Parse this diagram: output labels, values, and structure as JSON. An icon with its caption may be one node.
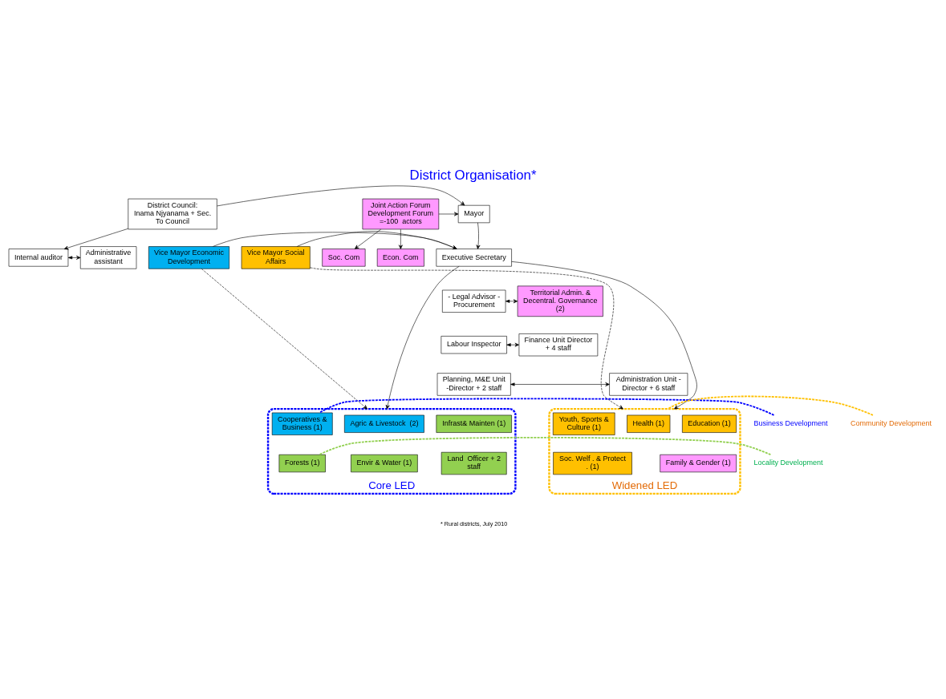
{
  "diagram": {
    "title": "District Organisation*",
    "caption": "* Rural districts, July 2010",
    "nodes": [
      {
        "text": [
          "District Council: Inama Njyanama + Sec. To Council"
        ]
      },
      {
        "text": [
          "Mayor"
        ]
      },
      {
        "text": [
          "Joint Action Forum Development Forum =-100  actors"
        ]
      },
      {
        "text": [
          "Internal auditor"
        ]
      },
      {
        "text": [
          "Administrative assistant"
        ]
      },
      {
        "text": [
          "Soc. Com"
        ]
      },
      {
        "text": [
          "Econ. Com"
        ]
      },
      {
        "text": [
          "Vice Mayor Economic Development"
        ]
      },
      {
        "text": [
          "Executive Secretary"
        ]
      },
      {
        "text": [
          "Vice Mayor Social Affairs"
        ]
      },
      {
        "text": [
          "- Legal Advisor - Procurement"
        ]
      },
      {
        "text": [
          "Territorial Admin. & Decentral. Governance (2)"
        ]
      },
      {
        "text": [
          "Labour Inspector"
        ]
      },
      {
        "text": [
          "Finance Unit Director + 4 staff"
        ]
      },
      {
        "text": [
          "Planning, M&E Unit -Director + 2 staff"
        ]
      },
      {
        "text": [
          "Administration Unit -  Director + 6 staff"
        ]
      },
      {
        "text": [
          "Core LED"
        ]
      },
      {
        "text": [
          "Infrast& Mainten (1)"
        ],
        "in": 16
      },
      {
        "text": [
          "Agric & Livestock  (2)"
        ],
        "in": 16
      },
      {
        "text": [
          "Cooperatives & Business (1)"
        ],
        "in": 16
      },
      {
        "text": [
          "Land  Officer + 2 staff"
        ],
        "in": 16
      },
      {
        "text": [
          "Envir & Water (1)"
        ],
        "in": 16
      },
      {
        "text": [
          "Forests (1)"
        ],
        "in": 16
      },
      {
        "text": [
          "Widened LED"
        ]
      },
      {
        "text": [
          "Education (1)"
        ],
        "in": 23
      },
      {
        "text": [
          "Health (1)"
        ],
        "in": 23
      },
      {
        "text": [
          "Youth, Sports & Culture (1)"
        ],
        "in": 23
      },
      {
        "text": [
          "Family & Gender (1)"
        ],
        "in": 23
      },
      {
        "text": [
          "Soc. Welf . & Protect . (1)"
        ],
        "in": 23
      },
      {
        "text": [
          "Business Development"
        ]
      },
      {
        "text": [
          "Locality Development"
        ]
      },
      {
        "text": [
          "Community Development"
        ]
      }
    ],
    "edges": [
      {
        "from": 0,
        "to": 1,
        "arrow": "to"
      },
      {
        "from": 2,
        "to": 1,
        "arrow": "to"
      },
      {
        "from": 0,
        "to": 3,
        "arrow": "to"
      },
      {
        "from": 3,
        "to": 4,
        "arrow": "both"
      },
      {
        "from": 2,
        "to": 5,
        "arrow": "to"
      },
      {
        "from": 2,
        "to": 6,
        "arrow": "to"
      },
      {
        "from": 1,
        "to": 8,
        "arrow": "to"
      },
      {
        "from": 7,
        "to": 8,
        "arrow": "to"
      },
      {
        "from": 9,
        "to": 8,
        "arrow": "to"
      },
      {
        "from": 10,
        "to": 11,
        "arrow": "both"
      },
      {
        "from": 12,
        "to": 13,
        "arrow": "both"
      },
      {
        "from": 14,
        "to": 15,
        "arrow": "both"
      },
      {
        "from": 8,
        "to": 16,
        "arrow": "to"
      },
      {
        "from": 8,
        "to": 23,
        "arrow": "to"
      },
      {
        "from": 7,
        "to": 16,
        "arrow": "to",
        "style": "dashed"
      },
      {
        "from": 9,
        "to": 23,
        "arrow": "to",
        "style": "dashed"
      },
      {
        "from": 29,
        "to": 19,
        "arrow": "none",
        "style": "dashed",
        "color": "#0000ff"
      },
      {
        "from": 30,
        "to": 22,
        "arrow": "none",
        "style": "dashed",
        "color": "#92d050"
      },
      {
        "from": 31,
        "to": 23,
        "arrow": "none",
        "style": "dashed",
        "color": "#ffc000"
      }
    ]
  }
}
